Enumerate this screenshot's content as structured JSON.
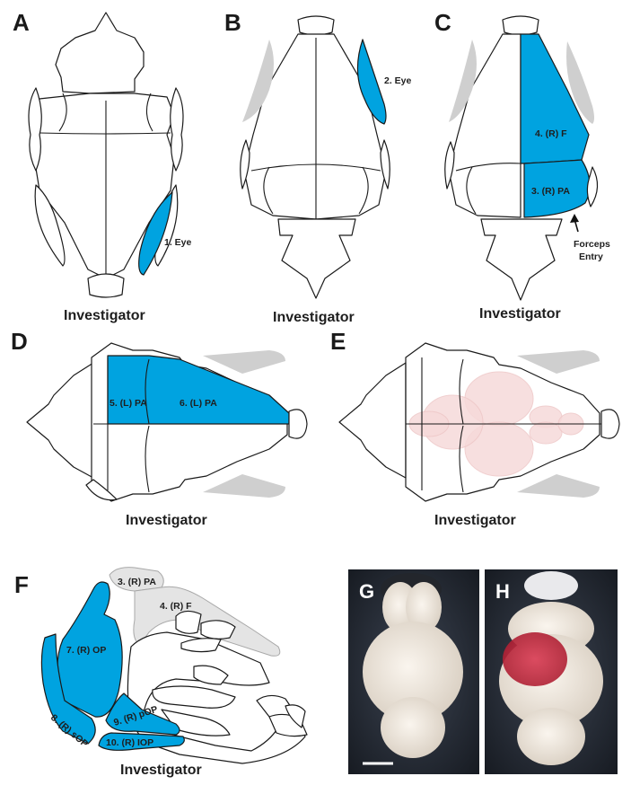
{
  "panels": {
    "A": {
      "letter": "A",
      "caption": "Investigator",
      "label_1": "1. Eye"
    },
    "B": {
      "letter": "B",
      "caption": "Investigator",
      "label_2": "2. Eye"
    },
    "C": {
      "letter": "C",
      "caption": "Investigator",
      "label_4": "4. (R) F",
      "label_3": "3. (R) PA",
      "forceps_line1": "Forceps",
      "forceps_line2": "Entry"
    },
    "D": {
      "letter": "D",
      "caption": "Investigator",
      "label_5": "5. (L) PA",
      "label_6": "6. (L) PA"
    },
    "E": {
      "letter": "E",
      "caption": "Investigator"
    },
    "F": {
      "letter": "F",
      "caption": "Investigator",
      "label_3": "3. (R) PA",
      "label_4": "4. (R) F",
      "label_7": "7. (R) OP",
      "label_8": "8. (R) sOP",
      "label_9": "9. (R) pOP",
      "label_10": "10. (R) IOP"
    },
    "G": {
      "letter": "G"
    },
    "H": {
      "letter": "H"
    }
  },
  "colors": {
    "highlight": "#00a3e0",
    "bone": "#ffffff",
    "shadow": "#cfcfcf",
    "brain": "#f2c6c6"
  }
}
